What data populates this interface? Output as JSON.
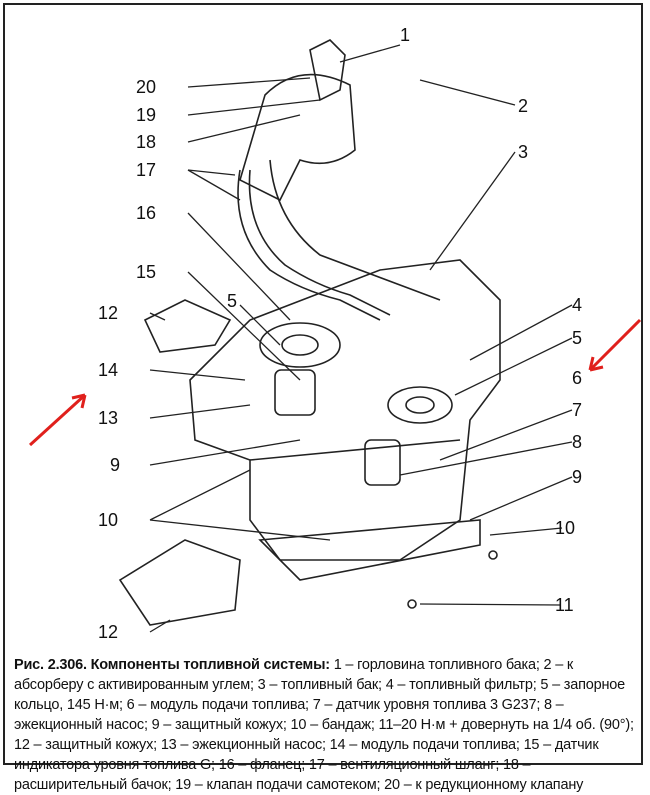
{
  "figure": {
    "labels": [
      "1",
      "2",
      "3",
      "4",
      "5",
      "5",
      "6",
      "7",
      "8",
      "9",
      "9",
      "10",
      "10",
      "11",
      "12",
      "12",
      "13",
      "14",
      "15",
      "16",
      "17",
      "18",
      "19",
      "20"
    ],
    "arrow_color": "#e0201c"
  },
  "caption": {
    "title": "Рис. 2.306. Компоненты топливной системы:",
    "text": "1 – горловина топливного бака; 2 – к абсорберу с активированным углем; 3 – топливный бак; 4 – топливный фильтр; 5 – запорное кольцо, 145 Н·м; 6 – модуль подачи топлива; 7 – датчик уровня топлива 3 G237; 8 – эжекционный насос; 9 – защитный кожух; 10 – бандаж; 11–20 Н·м + довернуть на 1/4 об. (90°); 12 – защитный кожух; 13 – эжекционный насос; 14 – модуль подачи топлива; 15 – датчик индикатора уровня топлива G; 16 – фланец; 17 – вентиляционный шланг; 18 – расширительный бачок; 19 – клапан подачи самотеком; 20 – к редукционному клапану"
  }
}
